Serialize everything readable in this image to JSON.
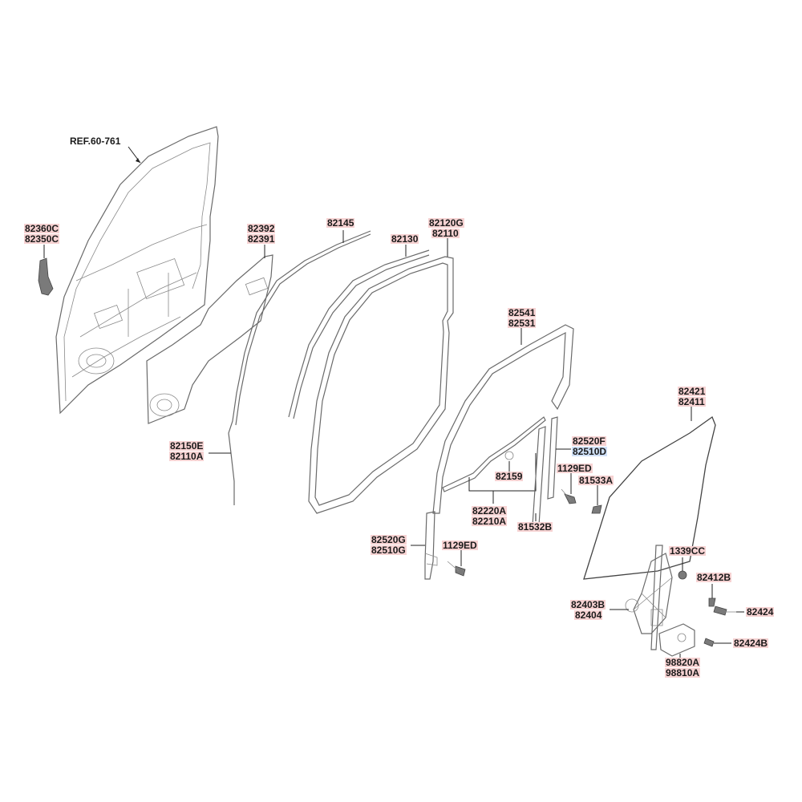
{
  "diagram": {
    "reference": "REF.60-761",
    "colors": {
      "highlight_red": "#f6d2d2",
      "highlight_blue": "#cfe0f7"
    },
    "labels": {
      "trim_bracket": [
        "82360C",
        "82350C"
      ],
      "door_trim_panel": [
        "82392",
        "82391"
      ],
      "belt_molding": "82145",
      "door_opening_weatherstrip": "82130",
      "door_side_weatherstrip": [
        "82120G",
        "82110"
      ],
      "weatherstrip_lower": [
        "82150E",
        "82110A"
      ],
      "glass_run_channel": [
        "82541",
        "82531"
      ],
      "delta_garnish": [
        "82520F",
        "82510D"
      ],
      "delta_bolt": "1129ED",
      "clip_81533": "81533A",
      "clip_82159": "82159",
      "inner_belt_seal": [
        "82220A",
        "82210A"
      ],
      "clip_81532": "81532B",
      "rear_channel": [
        "82520G",
        "82510G"
      ],
      "rear_channel_bolt": "1129ED",
      "door_glass": [
        "82421",
        "82411"
      ],
      "nut_1339": "1339CC",
      "bolt_82412": "82412B",
      "regulator": [
        "82403B",
        "82404"
      ],
      "screw_82424": "82424",
      "screw_82424b": "82424B",
      "motor": [
        "98820A",
        "98810A"
      ]
    }
  }
}
